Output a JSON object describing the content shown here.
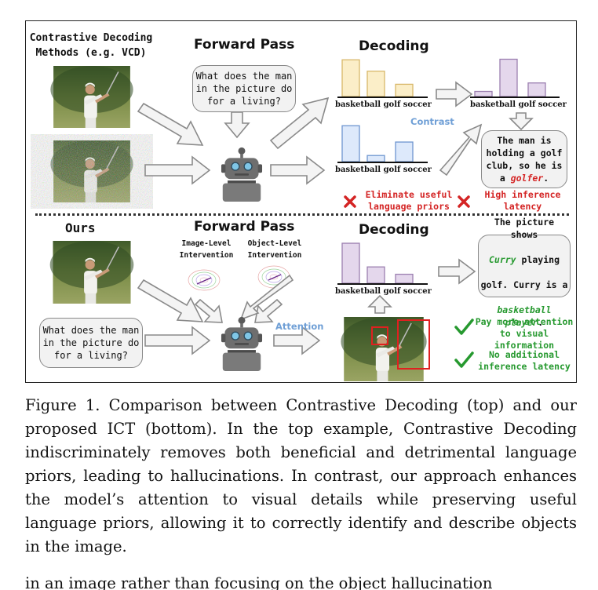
{
  "figure": {
    "top": {
      "methods_label": "Contrastive Decoding\nMethods (e.g. VCD)",
      "forward_pass": "Forward Pass",
      "decoding": "Decoding",
      "question": "What does the man\nin the picture do\nfor a living?",
      "contrast_label": "Contrast",
      "bar_axis_label": "basketball golf soccer",
      "answer_pre": "The man is\nholding a golf\nclub, so he is\na ",
      "answer_highlight": "golfer",
      "answer_post": ".",
      "issue_1": "Eliminate useful\nlanguage priors",
      "issue_2": "High inference\nlatency",
      "bars": {
        "orig": [
          90,
          62,
          30
        ],
        "noisy": [
          88,
          15,
          48
        ],
        "result": [
          12,
          88,
          32
        ]
      }
    },
    "bottom": {
      "ours_label": "Ours",
      "forward_pass": "Forward Pass",
      "decoding": "Decoding",
      "image_level": "Image-Level\nIntervention",
      "object_level": "Object-Level\nIntervention",
      "attention_label": "Attention",
      "question": "What does the man\nin the picture do\nfor a living?",
      "bar_axis_label": "basketball golf soccer",
      "answer_l1": "The picture shows",
      "answer_l2_hl": "Curry",
      "answer_l2_rest": " playing",
      "answer_l3": "golf. Curry is a",
      "answer_l4_hl": "basketball player",
      "answer_l4_rest": ".",
      "benefit_1": "Pay more attention\nto visual information",
      "benefit_2": "No additional\ninference latency",
      "bars": {
        "result": [
          98,
          40,
          22
        ]
      }
    },
    "colors": {
      "yellow_fill": "#fbeec8",
      "yellow_stroke": "#d8b86a",
      "blue_fill": "#dde9fb",
      "blue_stroke": "#6e95d0",
      "purple_fill": "#e4d7ec",
      "purple_stroke": "#9c7fb0",
      "red": "#d42424",
      "green": "#26992f",
      "contrast_blue": "#6f9fd6"
    }
  },
  "caption": {
    "text": "Figure 1.  Comparison between Contrastive Decoding (top) and our proposed ICT (bottom). In the top example, Contrastive Decoding indiscriminately removes both beneficial and detrimental language priors, leading to hallucinations.  In contrast, our approach enhances the model’s attention to visual details while preserving useful language priors, allowing it to correctly identify and describe objects in the image.",
    "next_line_fragment": "in an image rather than focusing on the object hallucination"
  }
}
